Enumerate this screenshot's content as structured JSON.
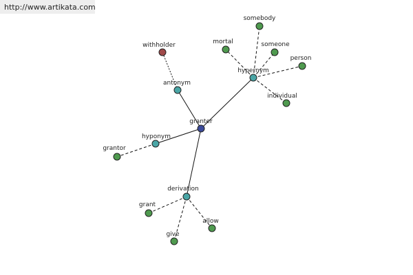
{
  "watermark": {
    "url_text": "http://www.artikata.com"
  },
  "colors": {
    "center": "#3b4a9a",
    "relation": "#4aa6a6",
    "leaf": "#4f9a4f",
    "antonym_leaf": "#a04a4a"
  },
  "graph": {
    "nodes": [
      {
        "id": "granter",
        "label": "granter",
        "kind": "center"
      },
      {
        "id": "antonym",
        "label": "antonym",
        "kind": "relation"
      },
      {
        "id": "hypernym",
        "label": "hypernym",
        "kind": "relation"
      },
      {
        "id": "hyponym",
        "label": "hyponym",
        "kind": "relation"
      },
      {
        "id": "derivation",
        "label": "derivation",
        "kind": "relation"
      },
      {
        "id": "withholder",
        "label": "withholder",
        "kind": "antonym_leaf"
      },
      {
        "id": "somebody",
        "label": "somebody",
        "kind": "leaf"
      },
      {
        "id": "mortal",
        "label": "mortal",
        "kind": "leaf"
      },
      {
        "id": "someone",
        "label": "someone",
        "kind": "leaf"
      },
      {
        "id": "person",
        "label": "person",
        "kind": "leaf"
      },
      {
        "id": "individual",
        "label": "individual",
        "kind": "leaf"
      },
      {
        "id": "grantor",
        "label": "grantor",
        "kind": "leaf"
      },
      {
        "id": "grant",
        "label": "grant",
        "kind": "leaf"
      },
      {
        "id": "allow",
        "label": "allow",
        "kind": "leaf"
      },
      {
        "id": "give",
        "label": "give",
        "kind": "leaf"
      }
    ],
    "edges": [
      {
        "from": "granter",
        "to": "antonym",
        "style": "solid"
      },
      {
        "from": "granter",
        "to": "hypernym",
        "style": "solid"
      },
      {
        "from": "granter",
        "to": "hyponym",
        "style": "solid"
      },
      {
        "from": "granter",
        "to": "derivation",
        "style": "solid"
      },
      {
        "from": "antonym",
        "to": "withholder",
        "style": "dotted"
      },
      {
        "from": "hypernym",
        "to": "somebody",
        "style": "dashed"
      },
      {
        "from": "hypernym",
        "to": "mortal",
        "style": "dashed"
      },
      {
        "from": "hypernym",
        "to": "someone",
        "style": "dashed"
      },
      {
        "from": "hypernym",
        "to": "person",
        "style": "dashed"
      },
      {
        "from": "hypernym",
        "to": "individual",
        "style": "dashed"
      },
      {
        "from": "hyponym",
        "to": "grantor",
        "style": "dashed"
      },
      {
        "from": "derivation",
        "to": "grant",
        "style": "dashed"
      },
      {
        "from": "derivation",
        "to": "allow",
        "style": "dashed"
      },
      {
        "from": "derivation",
        "to": "give",
        "style": "dashed"
      }
    ]
  }
}
